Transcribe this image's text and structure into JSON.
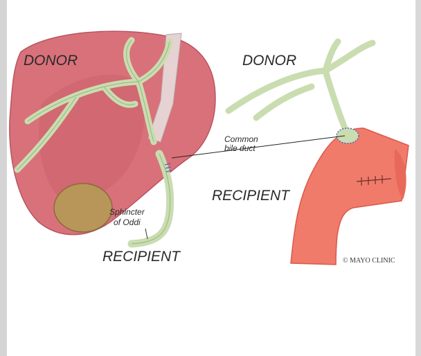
{
  "labels": {
    "donor_left": "DONOR",
    "donor_right": "DONOR",
    "common_bile_duct_line1": "Common",
    "common_bile_duct_line2": "bile duct",
    "recipient_right": "RECIPIENT",
    "sphincter_line1": "Sphincter",
    "sphincter_line2": "of Oddi",
    "recipient_left": "RECIPIENT",
    "credit": "© MAYO CLINIC"
  },
  "colors": {
    "liver": "#d9717a",
    "bile_duct": "#c9ddb0",
    "intestine": "#f07b6a",
    "gallbladder": "#b89559"
  }
}
